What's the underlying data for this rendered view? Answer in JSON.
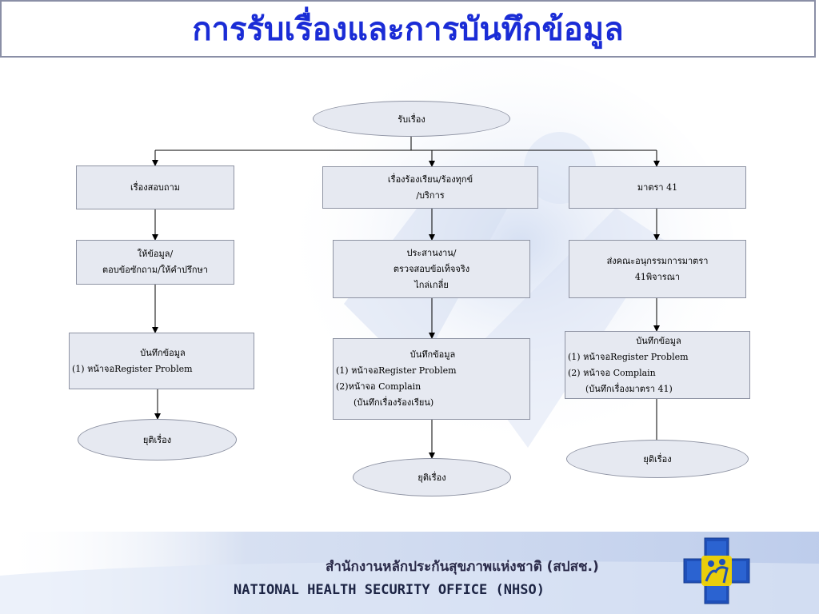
{
  "title": "การรับเรื่องและการบันทึกข้อมูล",
  "flow": {
    "start": "รับเรื่อง",
    "col1": {
      "head": "เรื่องสอบถาม",
      "step": [
        "ให้ข้อมูล/",
        "ตอบข้อซักถาม/ให้คำปรึกษา"
      ],
      "record": [
        "บันทึกข้อมูล",
        "(1) หน้าจอRegister Problem"
      ],
      "end": "ยุติเรื่อง"
    },
    "col2": {
      "head": [
        "เรื่องร้องเรียน/ร้องทุกข์",
        "/บริการ"
      ],
      "step": [
        "ประสานงาน/",
        "ตรวจสอบข้อเท็จจริง",
        "ไกล่เกลี่ย"
      ],
      "record": [
        "บันทึกข้อมูล",
        "(1) หน้าจอRegister Problem",
        "(2)หน้าจอ Complain",
        "(บันทึกเรื่องร้องเรียน)"
      ],
      "end": "ยุติเรื่อง"
    },
    "col3": {
      "head": "มาตรา 41",
      "step": [
        "ส่งคณะอนุกรรมการมาตรา",
        "41พิจารณา"
      ],
      "record": [
        "บันทึกข้อมูล",
        "(1) หน้าจอRegister Problem",
        "(2)  หน้าจอ Complain",
        "(บันทึกเรื่องมาตรา 41)"
      ],
      "end": "ยุติเรื่อง"
    }
  },
  "footer": {
    "thai": "สำนักงานหลักประกันสุขภาพแห่งชาติ   (สปสช.)",
    "english": "NATIONAL HEALTH SECURITY OFFICE (NHSO)"
  },
  "colors": {
    "title": "#1a2cd6",
    "box_fill": "#e6e9f1",
    "box_border": "#8e93a3",
    "logo_blue": "#1f4fb8",
    "logo_yellow": "#f3d400"
  }
}
